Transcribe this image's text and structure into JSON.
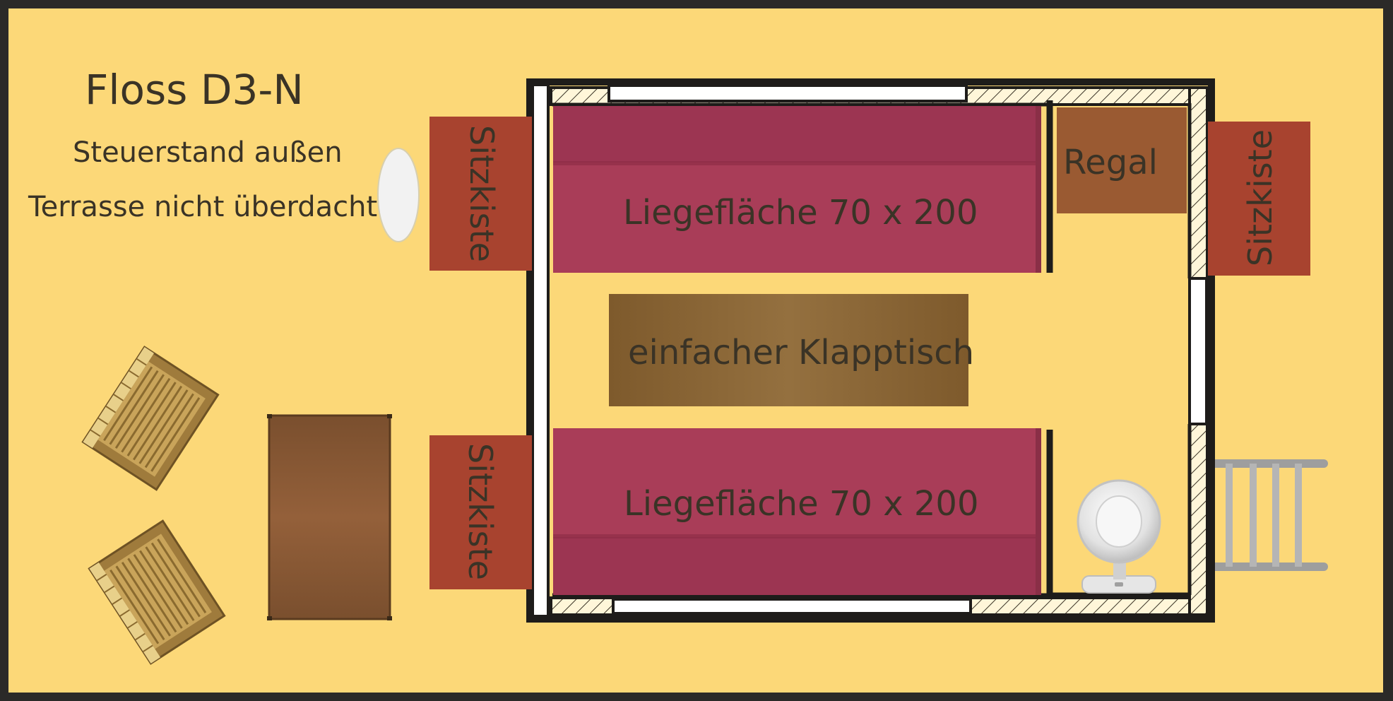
{
  "title": "Floss D3-N",
  "subtitle_1": "Steuerstand außen",
  "subtitle_2": "Terrasse nicht überdacht",
  "furniture": {
    "bed_top": "Liegefläche 70 x 200",
    "bed_bottom": "Liegefläche 70 x 200",
    "table": "einfacher Klapptisch",
    "shelf": "Regal",
    "seat_box_left_top": "Sitzkiste",
    "seat_box_left_bottom": "Sitzkiste",
    "seat_box_right": "Sitzkiste"
  },
  "colors": {
    "deck": "#fcd878",
    "frame": "#2b2a28",
    "bed": "#a93d58",
    "seat_box": "#a8432f",
    "shelf": "#9a5a32",
    "table": "#8a6332",
    "terrace_table": "#8a5a35",
    "wall": "#1e1c1a",
    "window": "#ffffff",
    "railing": "#b9b9b9"
  }
}
